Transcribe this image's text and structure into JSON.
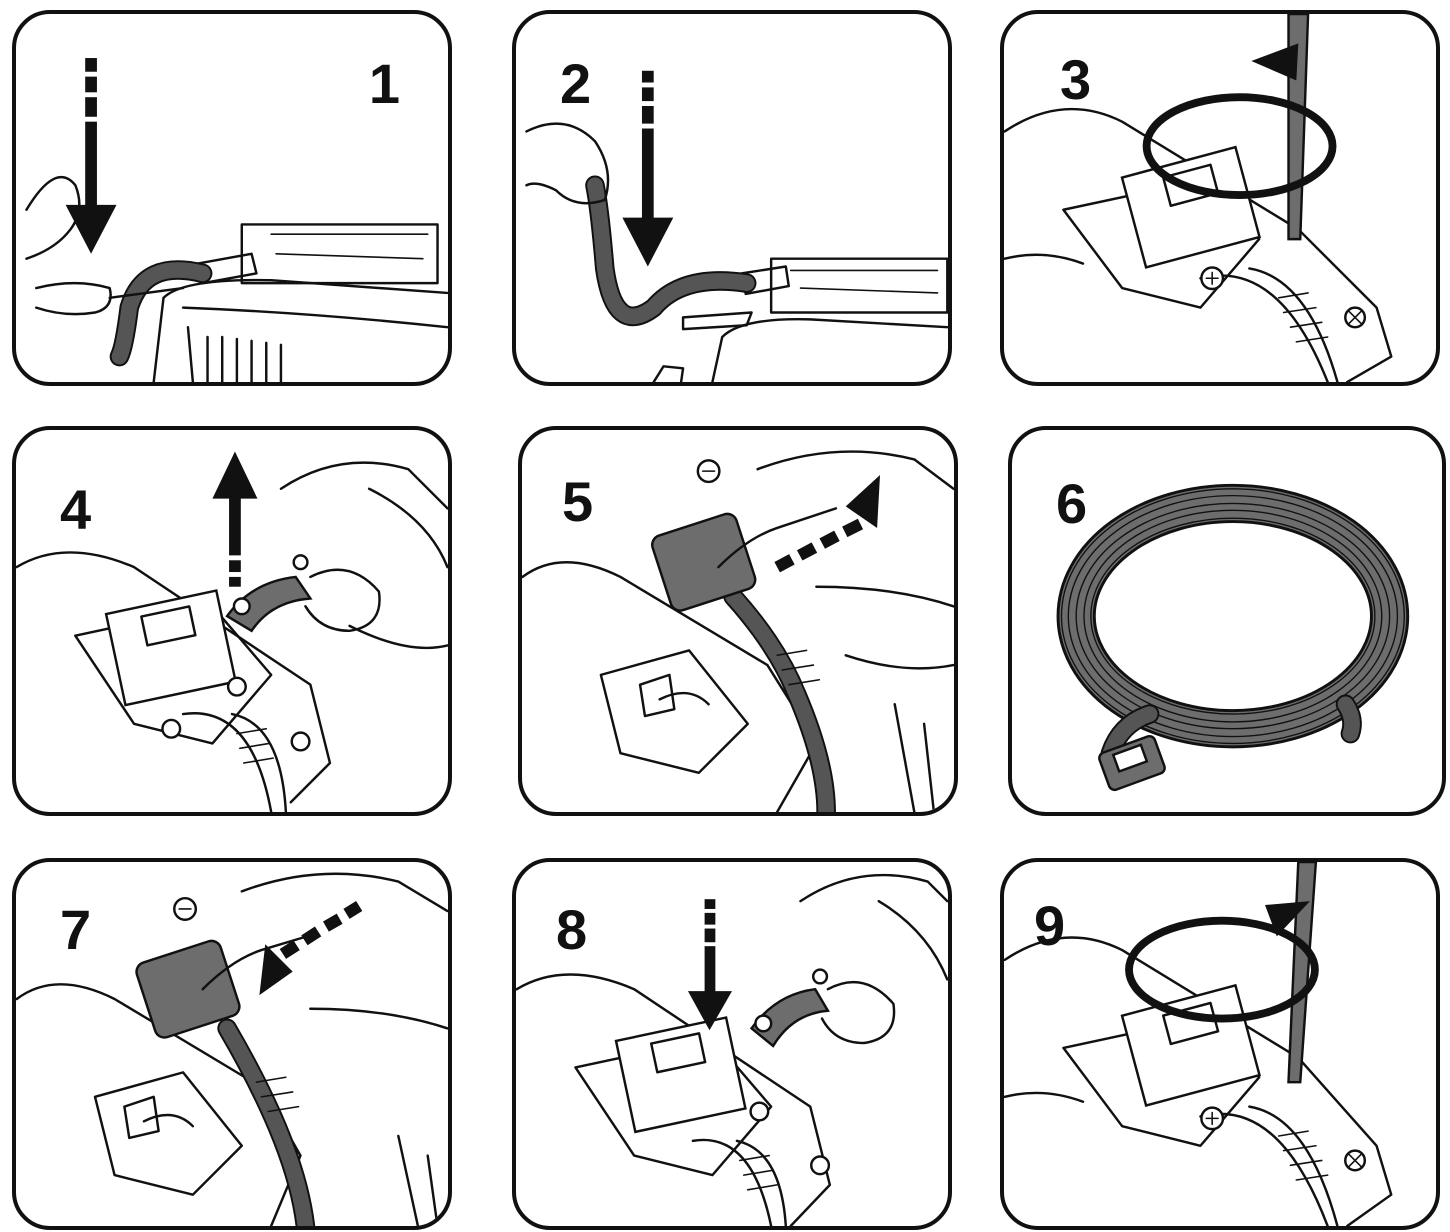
{
  "steps": [
    {
      "number": "1",
      "action": "insert-cable-down"
    },
    {
      "number": "2",
      "action": "push-cable-down"
    },
    {
      "number": "3",
      "action": "unscrew-counterclockwise"
    },
    {
      "number": "4",
      "action": "lift-clamp-up"
    },
    {
      "number": "5",
      "action": "pull-plug-out"
    },
    {
      "number": "6",
      "action": "extension-cable"
    },
    {
      "number": "7",
      "action": "push-plug-in"
    },
    {
      "number": "8",
      "action": "place-clamp-down"
    },
    {
      "number": "9",
      "action": "screw-clockwise"
    }
  ],
  "colors": {
    "line": "#111111",
    "cable": "#6d6d6d",
    "background": "#ffffff"
  }
}
